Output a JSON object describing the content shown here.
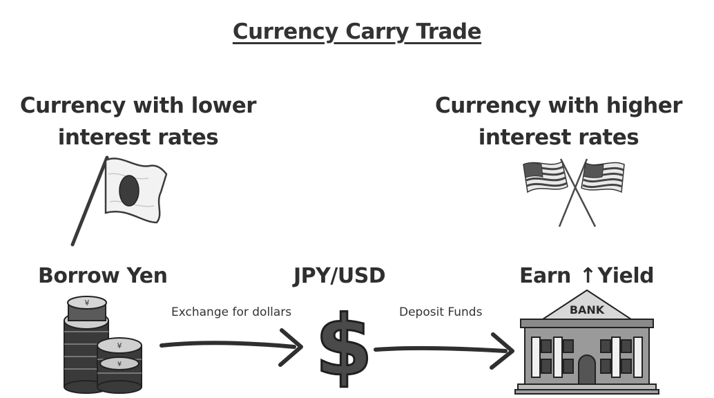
{
  "title": "Currency Carry Trade",
  "left_heading": {
    "line1": "Currency with lower",
    "line2": "interest rates"
  },
  "right_heading": {
    "line1": "Currency with higher",
    "line2": "interest rates"
  },
  "steps": {
    "borrow": "Borrow Yen",
    "pair": "JPY/USD",
    "earn_prefix": "Earn",
    "earn_arrow": "↑",
    "earn_suffix": "Yield"
  },
  "arrows": {
    "exchange": "Exchange for dollars",
    "deposit": "Deposit Funds"
  },
  "icons": {
    "japan_flag": "japan-flag-icon",
    "us_flags": "crossed-us-flags-icon",
    "coins": "yen-coin-stack-icon",
    "dollar": "dollar-sign-icon",
    "bank": "bank-building-icon",
    "bank_sign": "BANK"
  },
  "colors": {
    "ink": "#2f2f2f",
    "paper": "#ffffff",
    "gray": "#8a8a8a"
  }
}
